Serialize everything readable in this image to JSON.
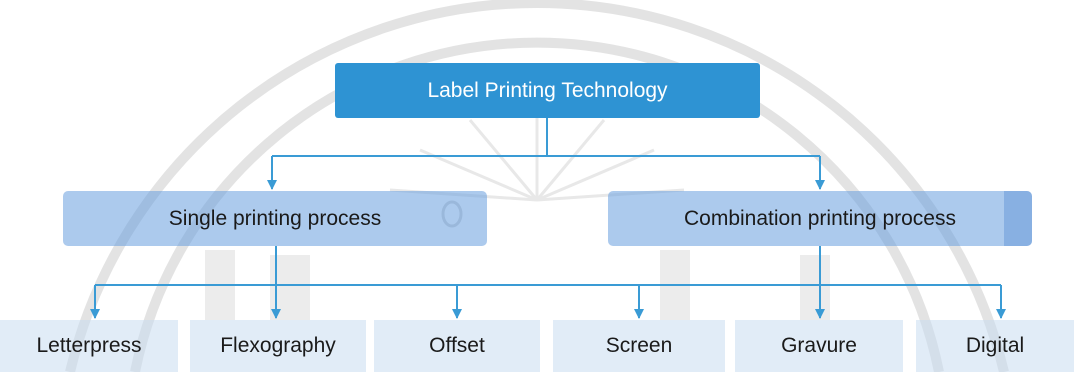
{
  "root": {
    "label": "Label Printing Technology"
  },
  "categories": [
    {
      "label": "Single printing process"
    },
    {
      "label": "Combination printing process"
    }
  ],
  "processes": [
    {
      "label": "Letterpress"
    },
    {
      "label": "Flexography"
    },
    {
      "label": "Offset"
    },
    {
      "label": "Screen"
    },
    {
      "label": "Gravure"
    },
    {
      "label": "Digital"
    }
  ],
  "colors": {
    "root_fill": "#2e93d3",
    "connector": "#3a9bd5",
    "category_fill": "#8fb6e5",
    "process_fill": "#dde9f5",
    "watermark": "#dcdcdc"
  }
}
